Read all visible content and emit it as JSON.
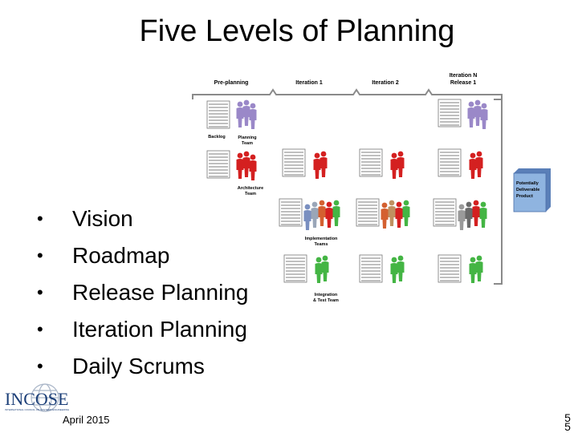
{
  "slide": {
    "title": "Five Levels of Planning",
    "bullets": [
      "Vision",
      "Roadmap",
      "Release Planning",
      "Iteration Planning",
      "Daily Scrums"
    ],
    "footer_date": "April 2015",
    "page_number": "5"
  },
  "logo": {
    "text": "INCOSE",
    "subtext": "INTERNATIONAL COUNCIL ON SYSTEMS ENGINEERING"
  },
  "diagram": {
    "columns": {
      "preplanning": "Pre-planning",
      "iteration1": "Iteration 1",
      "iteration2": "Iteration 2",
      "iterationN_line1": "Iteration N",
      "iterationN_line2": "Release 1"
    },
    "labels": {
      "backlog": "Backlog",
      "planning_team_1": "Planning",
      "planning_team_2": "Team",
      "architecture_team_1": "Architecture",
      "architecture_team_2": "Team",
      "implementation_teams_1": "Implementation",
      "implementation_teams_2": "Teams",
      "integration_team_1": "Integration",
      "integration_team_2": "& Test Team"
    },
    "product": {
      "line1": "Potentially",
      "line2": "Deliverable",
      "line3": "Product"
    }
  },
  "colors": {
    "architecture": "#d42020",
    "planning": "#9a88c8",
    "integration": "#44b544",
    "product_box": "#8fb4e0",
    "bracket": "#8a8a8a"
  }
}
